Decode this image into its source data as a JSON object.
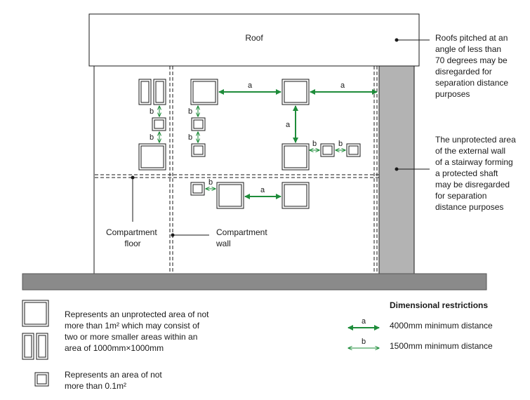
{
  "roof": {
    "label": "Roof"
  },
  "notes": {
    "roof": [
      "Roofs pitched at an",
      "angle of less than",
      "70 degrees may be",
      "disregarded for",
      "separation distance",
      "purposes"
    ],
    "stair": [
      "The unprotected area",
      "of the external wall",
      "of a stairway forming",
      "a protected shaft",
      "may be disregarded",
      "for separation",
      "distance purposes"
    ]
  },
  "labels": {
    "compartment_floor": [
      "Compartment",
      "floor"
    ],
    "compartment_wall": [
      "Compartment",
      "wall"
    ]
  },
  "dimension_marks": {
    "a": "a",
    "b": "b"
  },
  "legend": {
    "large": [
      "Represents an unprotected area of not",
      "more than 1m² which may consist of",
      "two or more smaller areas within an",
      "area of 1000mm×1000mm"
    ],
    "small": [
      "Represents an area of not",
      "more than 0.1m²"
    ],
    "restrictions_title": "Dimensional restrictions",
    "a_text": "4000mm minimum distance",
    "b_text": "1500mm minimum distance"
  },
  "colors": {
    "arrow_green": "#1e8c3a",
    "stair_grey": "#b3b3b3",
    "ground_grey": "#8a8a8a",
    "outline": "#1a1a1a"
  }
}
